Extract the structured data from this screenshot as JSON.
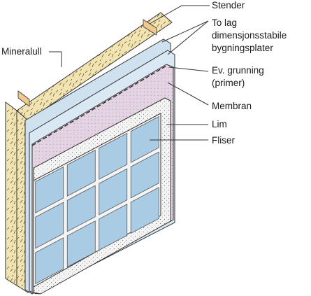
{
  "labels": {
    "stender": "Stender",
    "plater_1": "To lag",
    "plater_2": "dimensjonsstabile",
    "plater_3": "bygningsplater",
    "grunning_1": "Ev. grunning",
    "grunning_2": "(primer)",
    "membran": "Membran",
    "lim": "Lim",
    "fliser": "Fliser",
    "mineralull": "Mineralull"
  },
  "colors": {
    "insulation": "#f2e3b3",
    "stud": "#f3c88c",
    "board": "#cfe0ee",
    "membrane": "#e4d3e2",
    "adhesive": "#f2f2f2",
    "tile": "#a9cbe3",
    "grout": "#f4f4f4"
  }
}
